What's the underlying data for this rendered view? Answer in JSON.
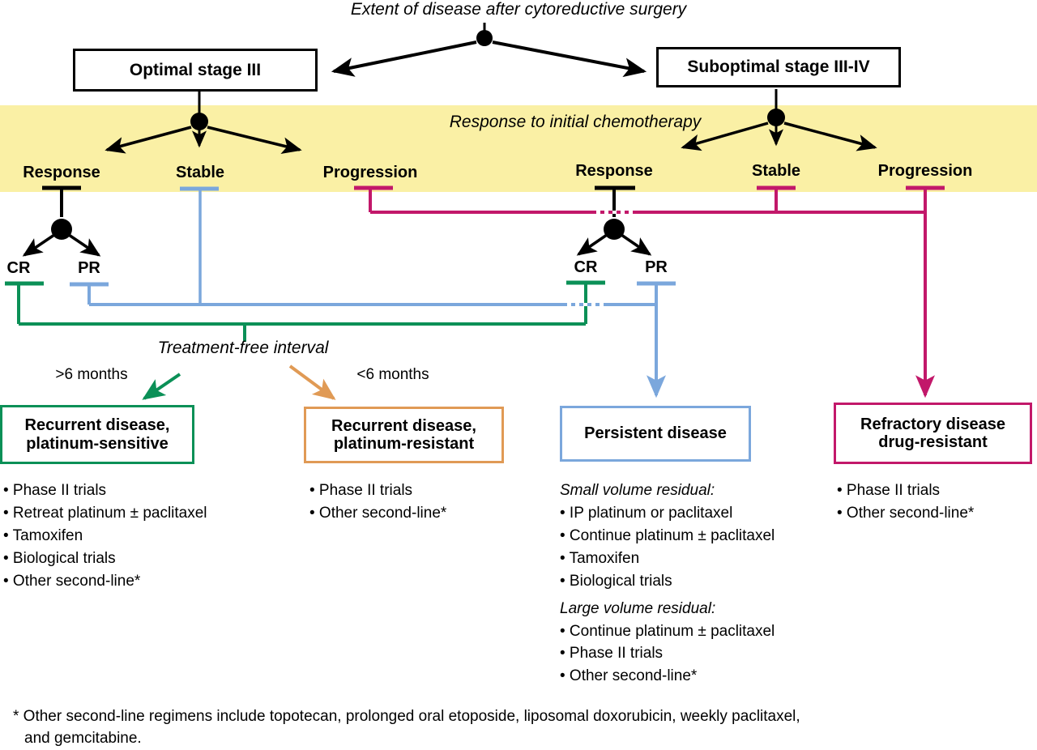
{
  "diagram": {
    "title": "Extent of disease after cytoreductive surgery",
    "band_label": "Response to initial chemotherapy",
    "band_color": "#FAF0A5",
    "colors": {
      "green": "#0B9057",
      "blue": "#7BA7DC",
      "crimson": "#C2186A",
      "orange": "#E09A55",
      "black": "#000000"
    }
  },
  "stages": {
    "optimal": "Optimal stage III",
    "suboptimal": "Suboptimal stage III-IV"
  },
  "branches": {
    "left": [
      {
        "label": "Response",
        "connector": "black"
      },
      {
        "label": "Stable",
        "connector": "blue"
      },
      {
        "label": "Progression",
        "connector": "crimson"
      }
    ],
    "right": [
      {
        "label": "Response",
        "connector": "black"
      },
      {
        "label": "Stable",
        "connector": "crimson"
      },
      {
        "label": "Progression",
        "connector": "crimson"
      }
    ]
  },
  "responses": {
    "left": {
      "cr": "CR",
      "pr": "PR"
    },
    "right": {
      "cr": "CR",
      "pr": "PR"
    }
  },
  "interval": {
    "label": "Treatment-free interval",
    "long": ">6 months",
    "short": "<6 months"
  },
  "outcomes": [
    {
      "id": "platinum-sensitive",
      "title_line1": "Recurrent disease,",
      "title_line2": "platinum-sensitive",
      "border_color": "#0B9057",
      "items": [
        "• Phase II trials",
        "• Retreat platinum ± paclitaxel",
        "• Tamoxifen",
        "• Biological trials",
        "• Other second-line*"
      ]
    },
    {
      "id": "platinum-resistant",
      "title_line1": "Recurrent disease,",
      "title_line2": "platinum-resistant",
      "border_color": "#E09A55",
      "items": [
        "• Phase II trials",
        "• Other second-line*"
      ]
    },
    {
      "id": "persistent-disease",
      "title_line1": "Persistent disease",
      "title_line2": "",
      "border_color": "#7BA7DC",
      "subhead_small": "Small volume residual:",
      "items_small": [
        "• IP platinum or paclitaxel",
        "• Continue platinum ± paclitaxel",
        "• Tamoxifen",
        "• Biological trials"
      ],
      "subhead_large": "Large volume residual:",
      "items_large": [
        "• Continue platinum ± paclitaxel",
        "• Phase II trials",
        "• Other second-line*"
      ]
    },
    {
      "id": "refractory-disease",
      "title_line1": "Refractory disease",
      "title_line2": "drug-resistant",
      "border_color": "#C2186A",
      "items": [
        "• Phase II trials",
        "• Other second-line*"
      ]
    }
  ],
  "footnote": {
    "line1": "* Other second-line regimens include topotecan, prolonged oral etoposide, liposomal doxorubicin, weekly paclitaxel,",
    "line2": "and gemcitabine."
  }
}
